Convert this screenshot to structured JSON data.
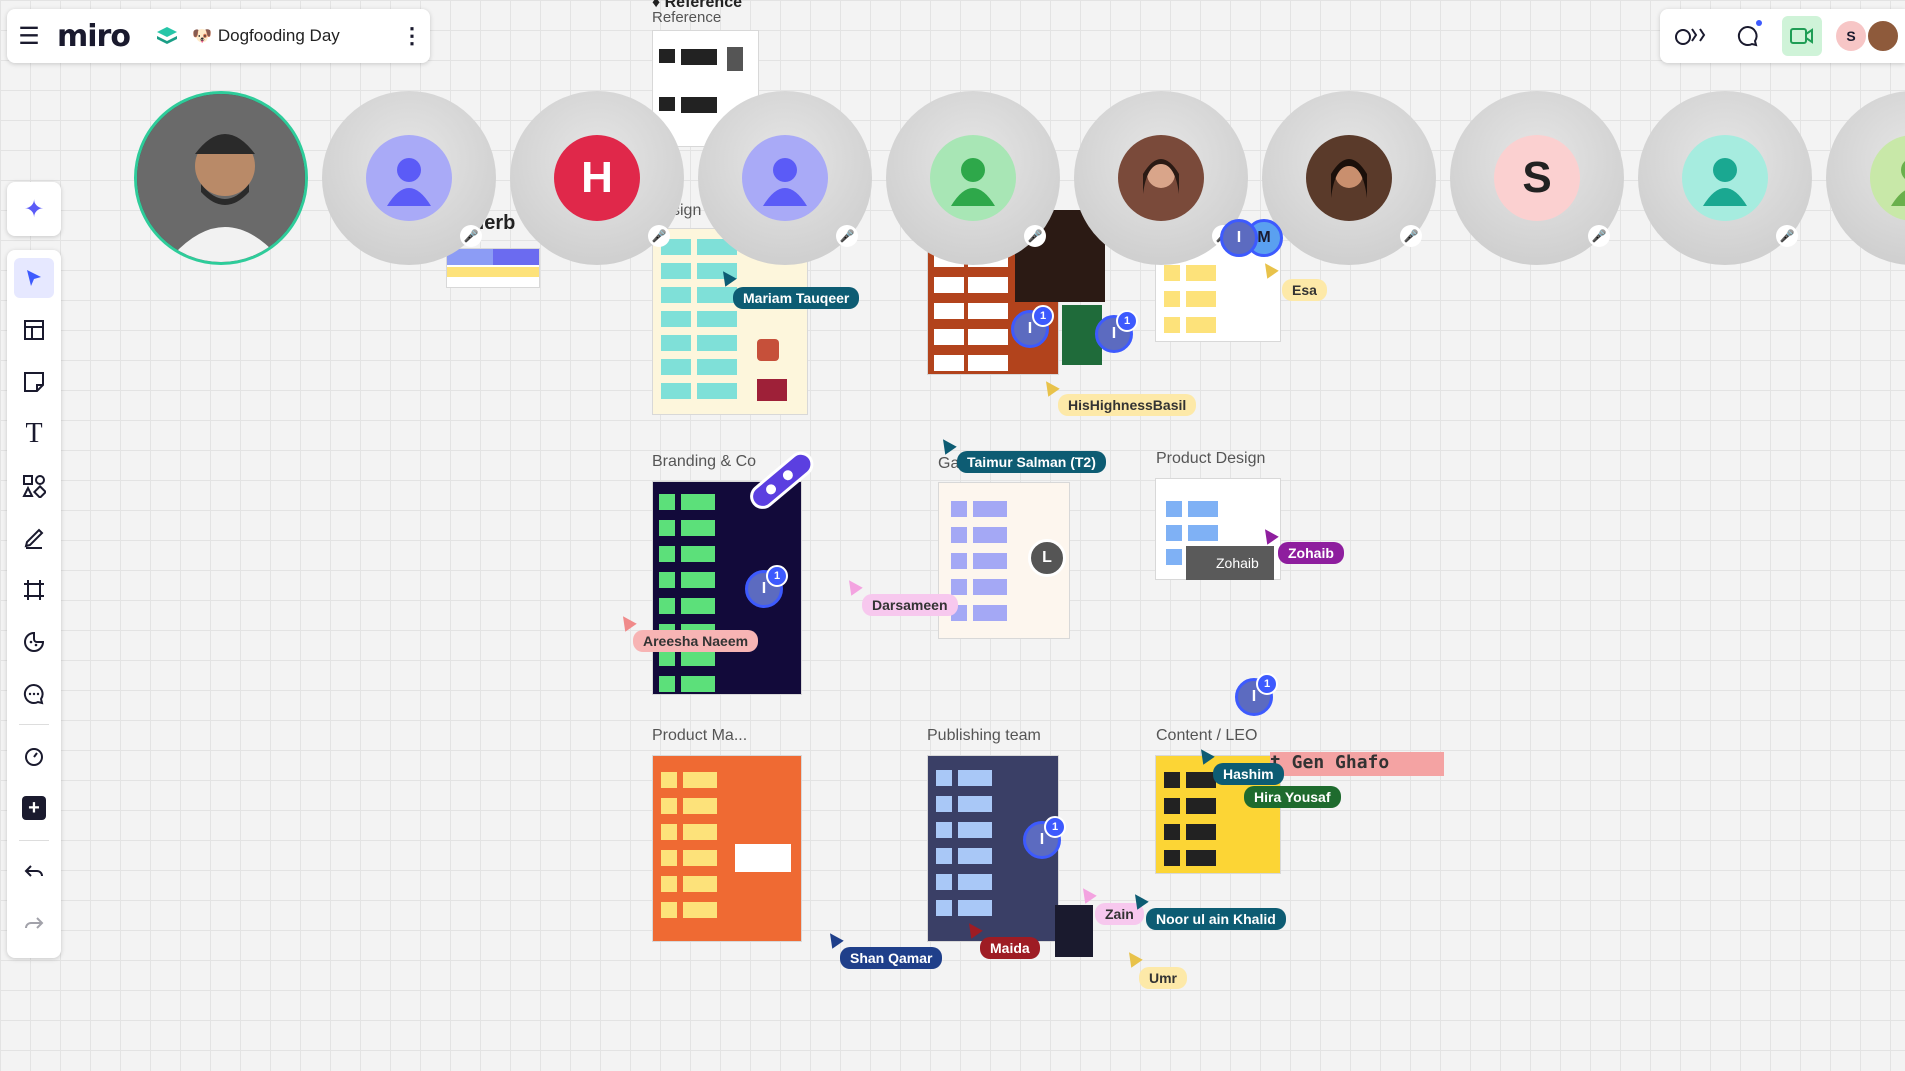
{
  "app": {
    "logo": "miro",
    "board_icon": "board-icon",
    "board_emoji": "🐶",
    "board_title": "Dogfooding Day"
  },
  "top_right": {
    "avatar_initial": "S",
    "icons": [
      "reactions-icon",
      "chat-icon",
      "video-icon"
    ]
  },
  "participants": [
    {
      "type": "video",
      "name": "self"
    },
    {
      "type": "generic",
      "color": "#5b5bf7"
    },
    {
      "type": "initial",
      "initial": "H",
      "color": "#e0284a"
    },
    {
      "type": "generic",
      "color": "#5b5bf7"
    },
    {
      "type": "generic",
      "color": "#2ea84a"
    },
    {
      "type": "photo",
      "color": "#7a4a3a"
    },
    {
      "type": "photo",
      "color": "#5a3a2a"
    },
    {
      "type": "initial",
      "initial": "S",
      "color": "#fbd0d0",
      "text_color": "#222"
    },
    {
      "type": "generic",
      "color": "#1aa891"
    },
    {
      "type": "generic",
      "color": "#6ab04c"
    }
  ],
  "frames": {
    "reference": "Reference",
    "reference_heading": "♦ Reference",
    "leaderboard": "derb",
    "design": "sign",
    "branding": "Branding & Co",
    "games": "Ga",
    "product_design": "Product Design",
    "product_marketing": "Product Ma...",
    "publishing": "Publishing team",
    "content": "Content / LEO"
  },
  "banner_text": "t Gen Ghafo",
  "zohaib_card": "Zohaib",
  "cursors": [
    {
      "name": "Mariam Tauqeer",
      "bg": "#0d5c73",
      "fg": "#fff"
    },
    {
      "name": "Esa",
      "bg": "#fde9a8",
      "fg": "#333"
    },
    {
      "name": "HisHighnessBasil",
      "bg": "#fde9a8",
      "fg": "#333"
    },
    {
      "name": "Taimur Salman (T2)",
      "bg": "#0d5c73",
      "fg": "#fff"
    },
    {
      "name": "Zohaib",
      "bg": "#8e1e9e",
      "fg": "#fff"
    },
    {
      "name": "Darsameen",
      "bg": "#f7c8ee",
      "fg": "#333"
    },
    {
      "name": "Areesha Naeem",
      "bg": "#f7b4b4",
      "fg": "#333"
    },
    {
      "name": "Hashim",
      "bg": "#0d5c73",
      "fg": "#fff"
    },
    {
      "name": "Hira Yousaf",
      "bg": "#1e6b2e",
      "fg": "#fff"
    },
    {
      "name": "Zain",
      "bg": "#f7c8ee",
      "fg": "#333"
    },
    {
      "name": "Noor ul ain Khalid",
      "bg": "#0d5c73",
      "fg": "#fff"
    },
    {
      "name": "Maida",
      "bg": "#9e1c24",
      "fg": "#fff"
    },
    {
      "name": "Shan Qamar",
      "bg": "#1f3f8a",
      "fg": "#fff"
    },
    {
      "name": "Umr",
      "bg": "#fde9a8",
      "fg": "#333"
    }
  ],
  "badges": [
    {
      "letter": "I",
      "count": "1"
    },
    {
      "letter": "I",
      "count": "1"
    },
    {
      "letter": "I",
      "count": "1"
    },
    {
      "letter": "I",
      "count": "1"
    },
    {
      "letter": "I",
      "count": "1"
    },
    {
      "letter": "L",
      "count": ""
    },
    {
      "letter": "M",
      "count": ""
    },
    {
      "letter": "I",
      "count": ""
    }
  ],
  "toolbar_tools": [
    "select-tool",
    "templates-tool",
    "sticky-note-tool",
    "text-tool",
    "shapes-tool",
    "pen-tool",
    "frame-tool",
    "stickers-tool",
    "comment-tool",
    "timer-tool",
    "more-apps-tool",
    "undo-tool",
    "redo-tool"
  ]
}
